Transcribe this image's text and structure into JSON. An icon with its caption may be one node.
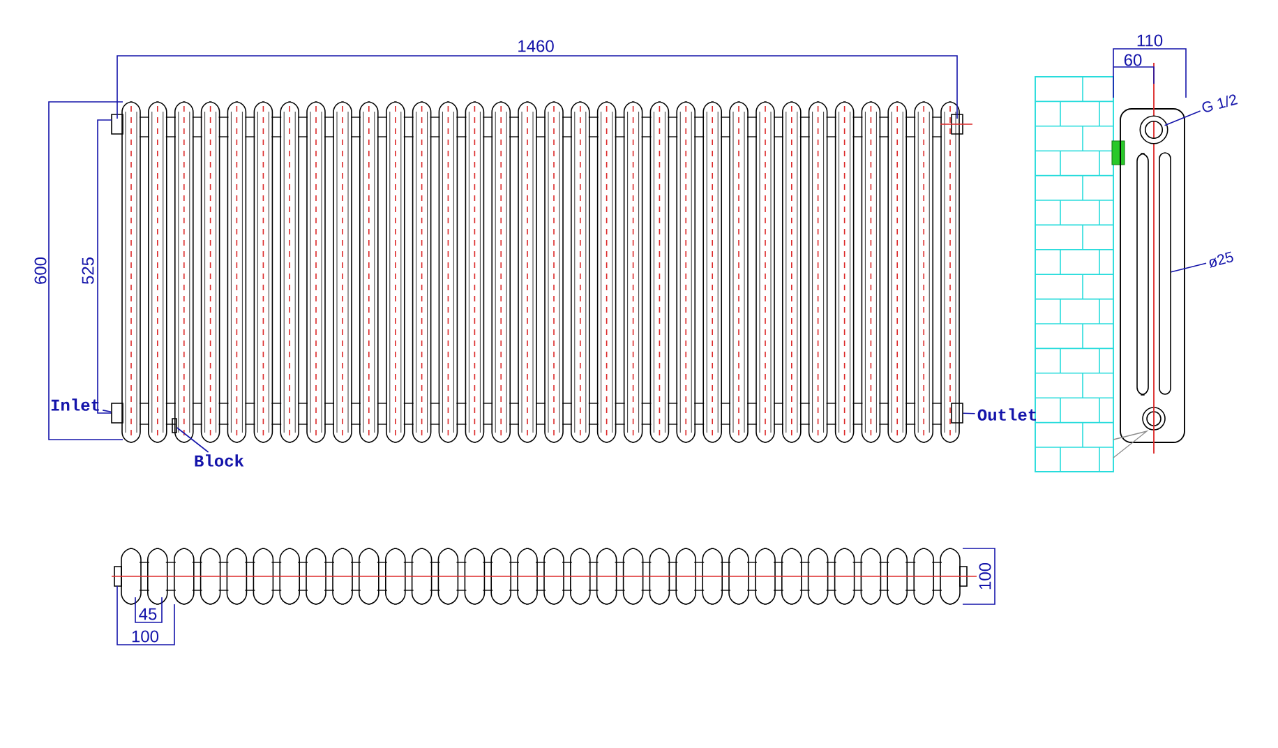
{
  "diagram": {
    "nodes": [
      {
        "text": [
          "Inlet"
        ]
      },
      {
        "text": [],
        "shape": "box"
      },
      {
        "text": [
          "Outlet"
        ]
      },
      {
        "text": [],
        "shape": "box"
      },
      {
        "text": [
          "Block"
        ]
      },
      {
        "text": [],
        "shape": "box"
      },
      {
        "text": [
          "G 1/2"
        ]
      },
      {
        "text": [],
        "shape": "circle"
      },
      {
        "text": [
          "ø25"
        ]
      },
      {
        "text": [],
        "shape": "box"
      }
    ],
    "edges": [
      {
        "from": 0,
        "to": 1,
        "arrow": "none"
      },
      {
        "from": 2,
        "to": 3,
        "arrow": "none"
      },
      {
        "from": 4,
        "to": 5,
        "arrow": "none"
      },
      {
        "from": 6,
        "to": 7,
        "arrow": "none"
      },
      {
        "from": 8,
        "to": 9,
        "arrow": "none"
      }
    ],
    "labels": [
      "1460",
      "110",
      "60",
      "600",
      "525",
      "100",
      "45",
      "100"
    ]
  }
}
